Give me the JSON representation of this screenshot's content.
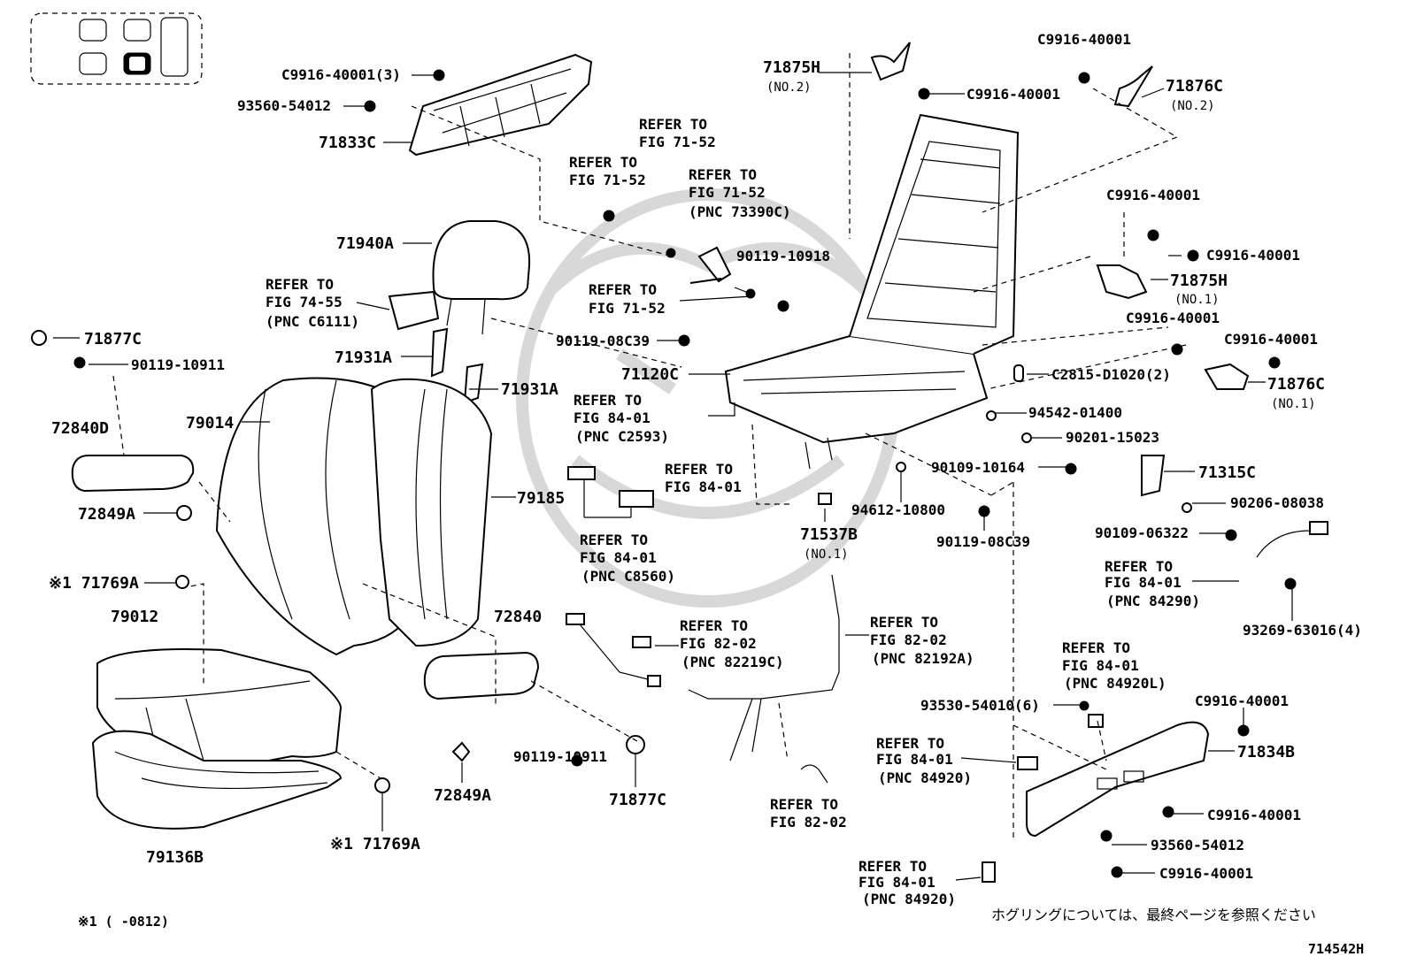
{
  "labels": {
    "c9916_40001_3": "C9916-40001(3)",
    "p93560_54012_top": "93560-54012",
    "p71833C": "71833C",
    "p71875H_no2": "71875H",
    "no2_a": "(NO.2)",
    "c9916_40001_a": "C9916-40001",
    "c9916_40001_b": "C9916-40001",
    "p71876C_no2": "71876C",
    "no2_b": "(NO.2)",
    "refer_71_52_a1": "REFER TO",
    "refer_71_52_a2": "FIG 71-52",
    "refer_71_52_b1": "REFER TO",
    "refer_71_52_b2": "FIG 71-52",
    "refer_71_52_c1": "REFER TO",
    "refer_71_52_c2": "FIG 71-52",
    "refer_71_52_c3": "(PNC 73390C)",
    "p90119_10918": "90119-10918",
    "c9916_40001_c": "C9916-40001",
    "c9916_40001_d": "C9916-40001",
    "p71875H_no1": "71875H",
    "no1_a": "(NO.1)",
    "p71940A": "71940A",
    "refer_74_55_1": "REFER TO",
    "refer_74_55_2": "FIG 74-55",
    "refer_74_55_3": "(PNC C6111)",
    "refer_71_52_d1": "REFER TO",
    "refer_71_52_d2": "FIG 71-52",
    "c9916_40001_e": "C9916-40001",
    "c9916_40001_f": "C9916-40001",
    "p71877C_top": "71877C",
    "p90119_10911_top": "90119-10911",
    "p90119_08C39_top": "90119-08C39",
    "p71931A_a": "71931A",
    "p71120C": "71120C",
    "c2815": "C2815-D1020(2)",
    "p71876C_no1": "71876C",
    "no1_b": "(NO.1)",
    "p71931A_b": "71931A",
    "refer_84_01_a1": "REFER TO",
    "refer_84_01_a2": "FIG 84-01",
    "refer_84_01_a3": "(PNC C2593)",
    "p79014": "79014",
    "p72840D": "72840D",
    "p94542_01400": "94542-01400",
    "p90201_15023": "90201-15023",
    "refer_84_01_b1": "REFER TO",
    "refer_84_01_b2": "FIG 84-01",
    "p90109_10164": "90109-10164",
    "p71315C": "71315C",
    "p79185": "79185",
    "p90206_08038": "90206-08038",
    "p94612_10800": "94612-10800",
    "p72849A_top": "72849A",
    "p90119_08C39_b": "90119-08C39",
    "p90109_06322": "90109-06322",
    "refer_84_01_c1": "REFER TO",
    "refer_84_01_c2": "FIG 84-01",
    "refer_84_01_c3": "(PNC C8560)",
    "p71537B": "71537B",
    "no1_c": "(NO.1)",
    "refer_84_01_d1": "REFER TO",
    "refer_84_01_d2": "FIG 84-01",
    "refer_84_01_d3": "(PNC 84290)",
    "p71769A_top": "※1 71769A",
    "p93269": "93269-63016(4)",
    "p79012": "79012",
    "p72840": "72840",
    "refer_82_02_a1": "REFER TO",
    "refer_82_02_a2": "FIG 82-02",
    "refer_82_02_a3": "(PNC 82219C)",
    "refer_82_02_b1": "REFER TO",
    "refer_82_02_b2": "FIG 82-02",
    "refer_82_02_b3": "(PNC 82192A)",
    "refer_84_01_e1": "REFER TO",
    "refer_84_01_e2": "FIG 84-01",
    "refer_84_01_e3": "(PNC 84920L)",
    "p93530": "93530-54010(6)",
    "c9916_40001_g": "C9916-40001",
    "refer_84_01_f1": "REFER TO",
    "refer_84_01_f2": "FIG 84-01",
    "refer_84_01_f3": "(PNC 84920)",
    "p71834B": "71834B",
    "p90119_10911_b": "90119-10911",
    "p71877C_b": "71877C",
    "p72849A_b": "72849A",
    "refer_82_02_c1": "REFER TO",
    "refer_82_02_c2": "FIG 82-02",
    "c9916_40001_h": "C9916-40001",
    "p79136B": "79136B",
    "p71769A_b": "※1 71769A",
    "p93560_54012_b": "93560-54012",
    "refer_84_01_g1": "REFER TO",
    "refer_84_01_g2": "FIG 84-01",
    "refer_84_01_g3": "(PNC 84920)",
    "c9916_40001_i": "C9916-40001",
    "footnote": "※1 (      -0812)",
    "japanese_note": "ホグリングについては、最終ページを参照ください",
    "figure_code": "714542H"
  }
}
